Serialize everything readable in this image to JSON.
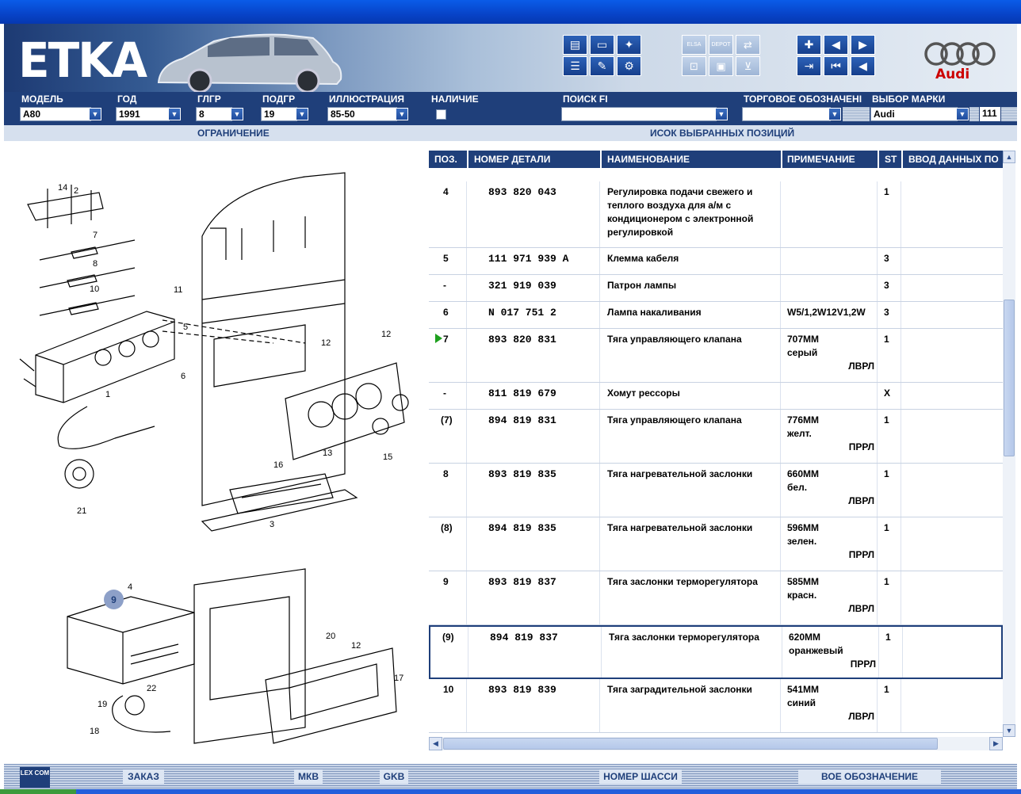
{
  "header": {
    "logo": "ETKA",
    "brand_logo": "Audi",
    "toolbar_group1": [
      "printer-icon",
      "window-icon",
      "handshake-icon",
      "list-icon",
      "pencil-icon",
      "car-service-icon"
    ],
    "toolbar_group2": [
      {
        "icon": "elsa-icon",
        "label": "ELSA"
      },
      {
        "icon": "depot-icon",
        "label": "DEPOT"
      },
      {
        "icon": "cart-arrow-icon",
        "label": ""
      },
      {
        "icon": "network-icon",
        "label": ""
      },
      {
        "icon": "car-doc-icon",
        "label": ""
      },
      {
        "icon": "cart-icon",
        "label": ""
      }
    ],
    "toolbar_group3": [
      "pin-icon",
      "prev-doc-icon",
      "next-doc-icon",
      "exit-icon",
      "first-icon",
      "prev-icon"
    ]
  },
  "selectors": {
    "model_label": "МОДЕЛЬ",
    "model_value": "A80",
    "year_label": "ГОД",
    "year_value": "1991",
    "mgroup_label": "ГЛГР",
    "mgroup_value": "8",
    "subgroup_label": "ПОДГР",
    "subgroup_value": "19",
    "illustration_label": "ИЛЛЮСТРАЦИЯ",
    "illustration_value": "85-50",
    "availability_label": "НАЛИЧИЕ",
    "search_label": "ПОИСК FI",
    "search_value": "",
    "trade_label": "ТОРГОВОЕ ОБОЗНАЧЕНІ",
    "trade_value": "",
    "brand_label": "ВЫБОР МАРКИ",
    "brand_value": "Audi",
    "brand_extra": "111"
  },
  "subheader": {
    "left": "ОГРАНИЧЕНИЕ",
    "right": "ИСОК ВЫБРАННЫХ ПОЗИЦИЙ"
  },
  "illustration": {
    "labels": [
      "14",
      "2",
      "7",
      "8",
      "10",
      "11",
      "5",
      "6",
      "1",
      "12",
      "12",
      "13",
      "15",
      "16",
      "3",
      "21",
      "4",
      "20",
      "12",
      "17",
      "19",
      "22",
      "18"
    ],
    "hotspot": "9"
  },
  "table": {
    "columns": [
      "ПОЗ.",
      "НОМЕР ДЕТАЛИ",
      "НАИМЕНОВАНИЕ",
      "ПРИМЕЧАНИЕ",
      "ST",
      "ВВОД ДАННЫХ ПО"
    ],
    "rows": [
      {
        "pos": "4",
        "part": "893 820 043",
        "name": "Регулировка подачи свежего и теплого воздуха для а/м с кондиционером с электронной регулировкой",
        "note": "",
        "side": "",
        "st": "1"
      },
      {
        "pos": "5",
        "part": "111 971 939 A",
        "name": "Клемма кабеля",
        "note": "",
        "side": "",
        "st": "3"
      },
      {
        "pos": "-",
        "part": "321 919 039",
        "name": "Патрон лампы",
        "note": "",
        "side": "",
        "st": "3"
      },
      {
        "pos": "6",
        "part": "N  017 751 2",
        "name": "Лампа накаливания",
        "note": "W5/1,2W12V1,2W",
        "side": "",
        "st": "3"
      },
      {
        "pos": "7",
        "part": "893 820 831",
        "name": "Тяга управляющего клапана",
        "note": "707ММ\nсерый",
        "side": "ЛВРЛ",
        "st": "1"
      },
      {
        "pos": "-",
        "part": "811 819 679",
        "name": "Хомут рессоры",
        "note": "",
        "side": "",
        "st": "X"
      },
      {
        "pos": "(7)",
        "part": "894 819 831",
        "name": "Тяга управляющего клапана",
        "note": "776ММ\nжелт.",
        "side": "ПРРЛ",
        "st": "1"
      },
      {
        "pos": "8",
        "part": "893 819 835",
        "name": "Тяга нагревательной заслонки",
        "note": "660ММ\nбел.",
        "side": "ЛВРЛ",
        "st": "1"
      },
      {
        "pos": "(8)",
        "part": "894 819 835",
        "name": "Тяга нагревательной заслонки",
        "note": "596ММ\nзелен.",
        "side": "ПРРЛ",
        "st": "1"
      },
      {
        "pos": "9",
        "part": "893 819 837",
        "name": "Тяга заслонки терморегулятора",
        "note": "585ММ\nкрасн.",
        "side": "ЛВРЛ",
        "st": "1"
      },
      {
        "pos": "(9)",
        "part": "894 819 837",
        "name": "Тяга заслонки терморегулятора",
        "note": "620ММ\nоранжевый",
        "side": "ПРРЛ",
        "st": "1"
      },
      {
        "pos": "10",
        "part": "893 819 839",
        "name": "Тяга заградительной заслонки",
        "note": "541ММ\nсиний",
        "side": "ЛВРЛ",
        "st": "1"
      }
    ]
  },
  "bottom": {
    "logo": "LEX COM",
    "order": "ЗАКАЗ",
    "mkb": "МКВ",
    "gkb": "GKB",
    "chassis": "НОМЕР ШАССИ",
    "designation": "ВОЕ ОБОЗНАЧЕНИЕ"
  },
  "colors": {
    "navy": "#1f3f7a",
    "accent_red": "#cc0000",
    "marker_green": "#1ea01e"
  }
}
